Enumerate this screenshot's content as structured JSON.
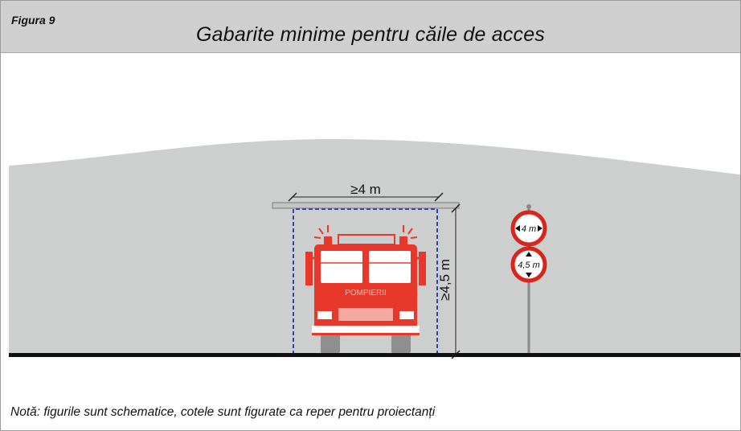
{
  "header": {
    "figure_label": "Figura 9",
    "title": "Gabarite minime pentru căile de acces"
  },
  "diagram": {
    "width_label": "≥4 m",
    "height_label": "≥4,5 m",
    "truck_label": "POMPIERII",
    "sign_width_label": "4 m",
    "sign_height_label": "4,5 m"
  },
  "note": "Notă: figurile sunt schematice, cotele sunt figurate ca reper pentru proiectanți",
  "colors": {
    "header_bg": "#cfcfcf",
    "hill": "#cdcfcf",
    "truck": "#e8382b",
    "guide_line": "#3344aa",
    "sign_ring": "#d9261c"
  }
}
